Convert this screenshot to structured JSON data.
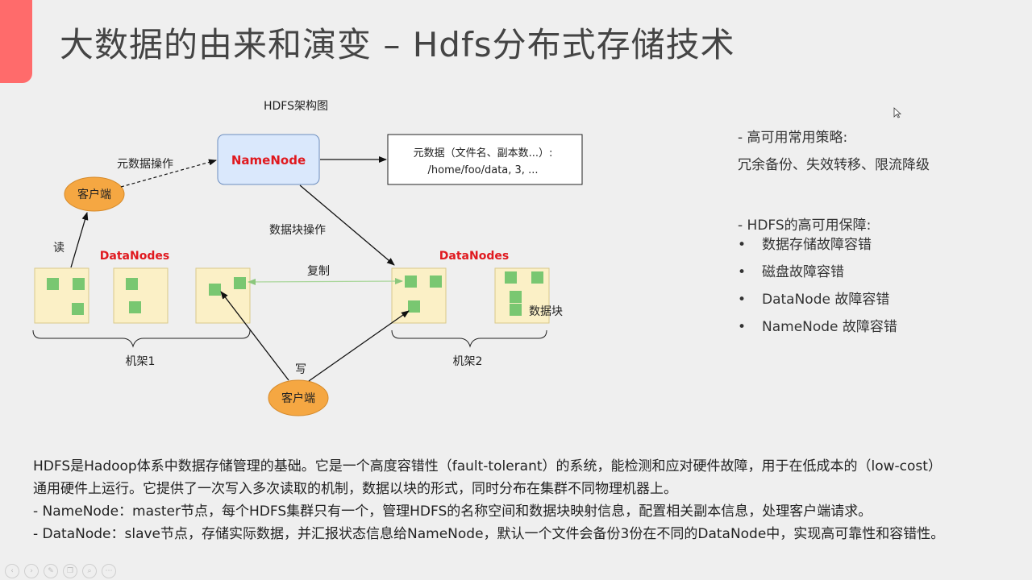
{
  "title": "大数据的由来和演变 – Hdfs分布式存储技术",
  "diagram": {
    "caption": "HDFS架构图",
    "namenode": "NameNode",
    "metadata_line1": "元数据（文件名、副本数...）:",
    "metadata_line2": "/home/foo/data, 3, ...",
    "meta_op": "元数据操作",
    "block_op": "数据块操作",
    "client": "客户端",
    "read": "读",
    "write": "写",
    "replicate": "复制",
    "datanodes": "DataNodes",
    "rack1": "机架1",
    "rack2": "机架2",
    "block": "数据块",
    "colors": {
      "namenode_fill": "#dae8fc",
      "namenode_text": "#e0191f",
      "client_fill": "#f5a742",
      "node_fill": "#fbf0c6",
      "block_fill": "#79c771",
      "replicate_line": "#a9d69a"
    }
  },
  "strategy": {
    "heading": "- 高可用常用策略:",
    "text": "冗余备份、失效转移、限流降级"
  },
  "guarantee": {
    "heading": "- HDFS的高可用保障:",
    "bullet": "•",
    "items": [
      "数据存储故障容错",
      "磁盘故障容错",
      "DataNode 故障容错",
      "NameNode 故障容错"
    ]
  },
  "description": [
    "HDFS是Hadoop体系中数据存储管理的基础。它是一个高度容错性（fault-tolerant）的系统，能检测和应对硬件故障，用于在低成本的（low-cost）",
    "通用硬件上运行。它提供了一次写入多次读取的机制，数据以块的形式，同时分布在集群不同物理机器上。",
    "- NameNode：master节点，每个HDFS集群只有一个，管理HDFS的名称空间和数据块映射信息，配置相关副本信息，处理客户端请求。",
    "- DataNode：slave节点，存储实际数据，并汇报状态信息给NameNode，默认一个文件会备份3份在不同的DataNode中，实现高可靠性和容错性。"
  ],
  "toolbar_icons": [
    "prev-icon",
    "next-icon",
    "pen-icon",
    "copy-icon",
    "zoom-icon",
    "more-icon"
  ]
}
